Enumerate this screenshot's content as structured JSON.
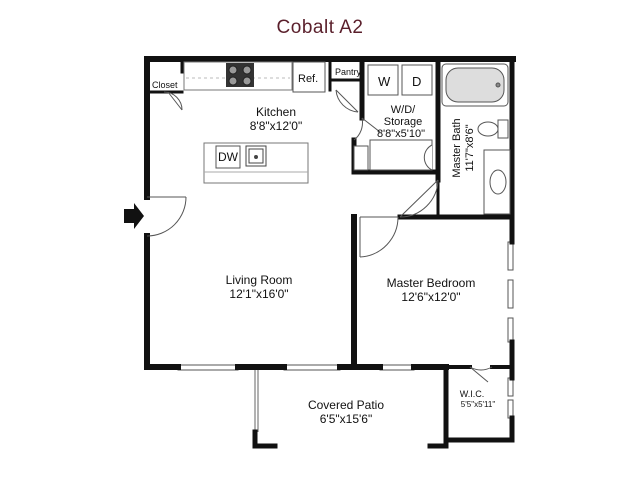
{
  "plan": {
    "title": "Cobalt  A2",
    "colors": {
      "title": "#5a1f2b",
      "wall": "#111111",
      "line": "#555555",
      "fixture": "#cccccc"
    }
  },
  "rooms": {
    "closet": {
      "name": "Closet"
    },
    "ref": {
      "name": "Ref."
    },
    "pantry": {
      "name": "Pantry"
    },
    "washer": {
      "name": "W"
    },
    "dryer": {
      "name": "D"
    },
    "kitchen": {
      "name": "Kitchen",
      "size": "8'8\"x12'0\""
    },
    "dishwasher": {
      "name": "DW"
    },
    "wd_storage": {
      "name_line1": "W/D/",
      "name_line2": "Storage",
      "size": "8'8\"x5'10\""
    },
    "master_bath": {
      "name": "Master Bath",
      "size": "11'7\"x8'6\""
    },
    "living_room": {
      "name": "Living Room",
      "size": "12'1\"x16'0\""
    },
    "master_bedroom": {
      "name": "Master Bedroom",
      "size": "12'6\"x12'0\""
    },
    "wic": {
      "name": "W.I.C.",
      "size": "5'5\"x5'11\""
    },
    "covered_patio": {
      "name": "Covered Patio",
      "size": "6'5\"x15'6\""
    }
  }
}
